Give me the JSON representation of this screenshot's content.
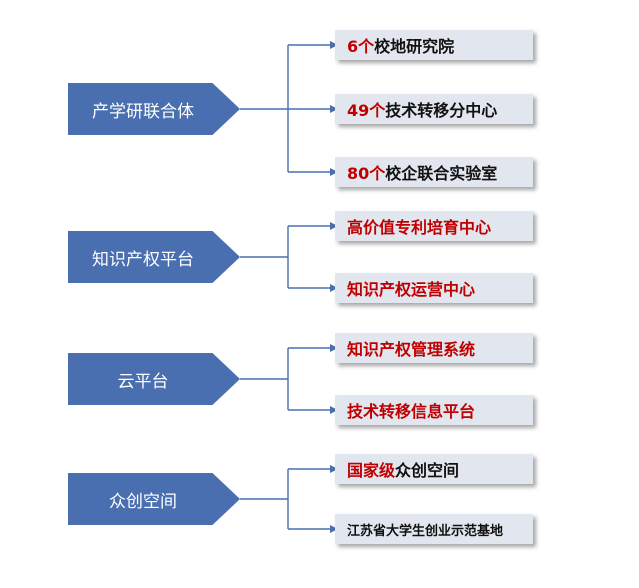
{
  "colors": {
    "arrow_fill": "#4a6fb0",
    "item_fill": "#e1e6ef",
    "highlight_text": "#c00000",
    "normal_text": "#111111"
  },
  "groups": [
    {
      "label": "产学研联合体",
      "items": [
        {
          "red": "6个",
          "text": "校地研究院"
        },
        {
          "red": "49个",
          "text": "技术转移分中心"
        },
        {
          "red": "80个",
          "text": "校企联合实验室"
        }
      ]
    },
    {
      "label": "知识产权平台",
      "items": [
        {
          "red": "高价值专利培育中心",
          "text": ""
        },
        {
          "red": "知识产权运营中心",
          "text": ""
        }
      ]
    },
    {
      "label": "云平台",
      "items": [
        {
          "red": "知识产权管理系统",
          "text": ""
        },
        {
          "red": "技术转移信息平台",
          "text": ""
        }
      ]
    },
    {
      "label": "众创空间",
      "items": [
        {
          "red": "国家级",
          "text": "众创空间"
        },
        {
          "red": "",
          "text": "江苏省大学生创业示范基地"
        }
      ]
    }
  ]
}
